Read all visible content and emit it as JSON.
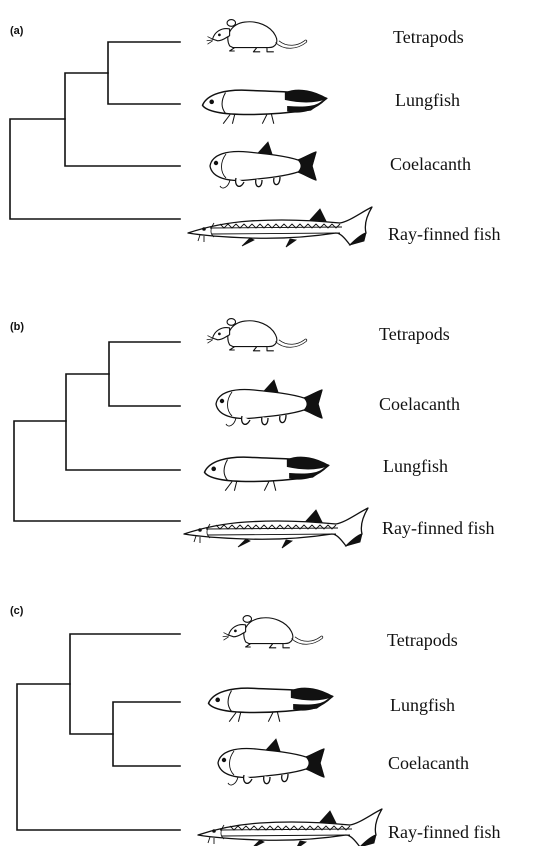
{
  "panels": [
    {
      "label": "(a)",
      "tips": [
        {
          "taxon": "Tetrapods",
          "icon": "tetrapod-mouse-icon"
        },
        {
          "taxon": "Lungfish",
          "icon": "lungfish-icon"
        },
        {
          "taxon": "Coelacanth",
          "icon": "coelacanth-icon"
        },
        {
          "taxon": "Ray-finned fish",
          "icon": "ray-finned-fish-icon"
        }
      ]
    },
    {
      "label": "(b)",
      "tips": [
        {
          "taxon": "Tetrapods",
          "icon": "tetrapod-mouse-icon"
        },
        {
          "taxon": "Coelacanth",
          "icon": "coelacanth-icon"
        },
        {
          "taxon": "Lungfish",
          "icon": "lungfish-icon"
        },
        {
          "taxon": "Ray-finned fish",
          "icon": "ray-finned-fish-icon"
        }
      ]
    },
    {
      "label": "(c)",
      "tips": [
        {
          "taxon": "Tetrapods",
          "icon": "tetrapod-mouse-icon"
        },
        {
          "taxon": "Lungfish",
          "icon": "lungfish-icon"
        },
        {
          "taxon": "Coelacanth",
          "icon": "coelacanth-icon"
        },
        {
          "taxon": "Ray-finned fish",
          "icon": "ray-finned-fish-icon"
        }
      ]
    }
  ]
}
